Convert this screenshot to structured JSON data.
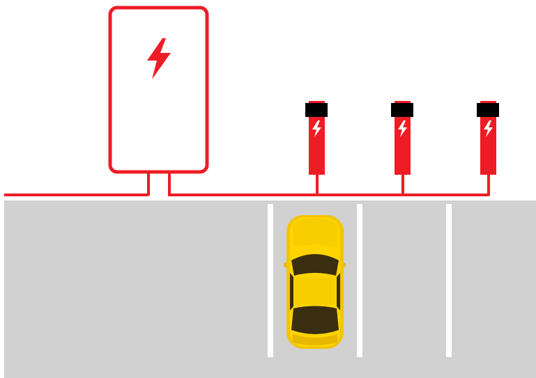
{
  "scene": {
    "description_visible_text": "",
    "colors": {
      "accent_red": "#ee1c25",
      "asphalt": "#d1d1d1",
      "lane_line": "#ffffff",
      "charger_head": "#000000",
      "car_body": "#f2c500",
      "car_body_light": "#ffd400",
      "car_window": "#3a2e10"
    },
    "icons": {
      "station": "lightning-bolt-icon",
      "charger": "lightning-bolt-icon",
      "vehicle": "car-icon"
    },
    "station": {
      "count": 1
    },
    "chargers": {
      "count": 3
    },
    "parking_spots": {
      "count": 3,
      "occupied_spot_index": 0
    }
  }
}
